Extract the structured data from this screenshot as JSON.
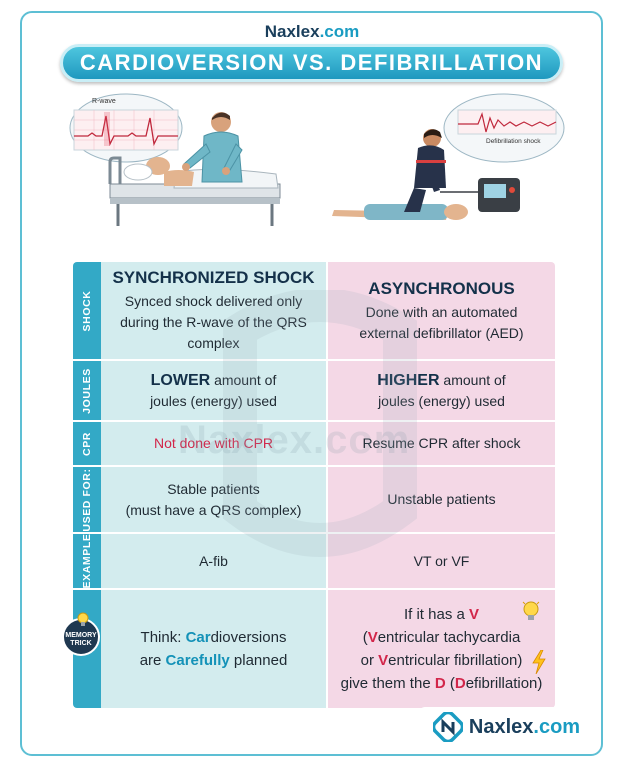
{
  "brand": {
    "top_name": "Naxlex",
    "top_domain": ".com",
    "bottom_name": "Naxlex",
    "bottom_domain": ".com"
  },
  "title": "CARDIOVERSION VS. DEFIBRILLATION",
  "illustrations": {
    "left_monitor_label": "R-wave",
    "right_monitor_label": "Defibrillation shock"
  },
  "watermark": "Naxlex.com",
  "rows": {
    "shock": {
      "label": "SHOCK",
      "left_title": "SYNCHRONIZED SHOCK",
      "left_text": "Synced shock delivered only during the R-wave of the QRS complex",
      "right_title": "ASYNCHRONOUS",
      "right_text": "Done with an automated external defibrillator (AED)"
    },
    "joules": {
      "label": "JOULES",
      "left_strong": "LOWER",
      "left_text": " amount of",
      "left_text2": "joules (energy) used",
      "right_strong": "HIGHER",
      "right_text": " amount of",
      "right_text2": "joules (energy) used"
    },
    "cpr": {
      "label": "CPR",
      "left": "Not done with CPR",
      "right": "Resume CPR after shock"
    },
    "used_for": {
      "label": "USED FOR:",
      "left_line1": "Stable patients",
      "left_line2": "(must have a QRS complex)",
      "right": "Unstable patients"
    },
    "example": {
      "label": "EXAMPLE",
      "left": "A-fib",
      "right": "VT or VF"
    },
    "memory": {
      "label_line1": "MEMORY",
      "label_line2": "TRICK",
      "left_a": "Think: ",
      "left_b": "Car",
      "left_c": "dioversions",
      "left_d": "are ",
      "left_e": "Carefully",
      "left_f": " planned",
      "right_1a": "If it has a ",
      "right_1b": "V",
      "right_2a": "(",
      "right_2b": "V",
      "right_2c": "entricular tachycardia",
      "right_3a": "or ",
      "right_3b": "V",
      "right_3c": "entricular fibrillation)",
      "right_4a": "give them the ",
      "right_4b": "D",
      "right_4c": " (",
      "right_4d": "D",
      "right_4e": "efibrillation)"
    }
  },
  "colors": {
    "accent": "#33a9c6",
    "left_column": "#d3ecee",
    "right_column": "#f4d8e6",
    "highlight_red": "#d2264a",
    "highlight_cyan": "#1492b8",
    "navy": "#14314a"
  },
  "icons": [
    "lightbulb-icon",
    "lightning-icon",
    "naxlex-logo-icon",
    "ecg-monitor-icon"
  ]
}
